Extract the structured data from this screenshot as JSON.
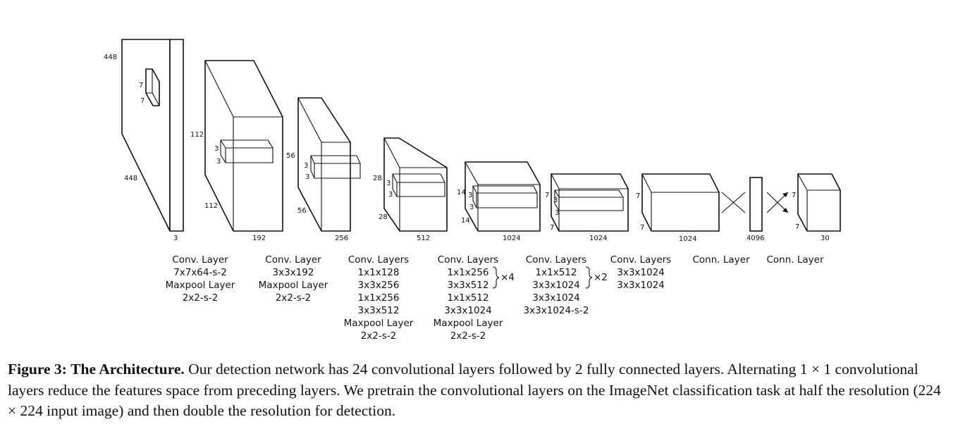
{
  "diagram": {
    "input": {
      "height": "448",
      "width": "448",
      "depth": "3",
      "kernel_h": "7",
      "kernel_w": "7"
    },
    "blocks": [
      {
        "height": "112",
        "width": "112",
        "depth": "192",
        "kernel_h": "3",
        "kernel_w": "3"
      },
      {
        "height": "56",
        "width": "56",
        "depth": "256",
        "kernel_h": "3",
        "kernel_w": "3"
      },
      {
        "height": "28",
        "width": "28",
        "depth": "512",
        "kernel_h": "3",
        "kernel_w": "3"
      },
      {
        "height": "14",
        "width": "14",
        "depth": "1024",
        "kernel_h": "3",
        "kernel_w": "3"
      },
      {
        "height": "7",
        "width": "7",
        "depth": "1024",
        "kernel_h": "3",
        "kernel_w": "3"
      },
      {
        "height": "7",
        "width": "7",
        "depth": "1024"
      }
    ],
    "fc1": {
      "size": "4096"
    },
    "output": {
      "height": "7",
      "width": "7",
      "depth": "30"
    },
    "layer_labels": [
      {
        "lines": [
          "Conv. Layer",
          "7x7x64-s-2",
          "Maxpool Layer",
          "2x2-s-2"
        ]
      },
      {
        "lines": [
          "Conv. Layer",
          "3x3x192",
          "Maxpool Layer",
          "2x2-s-2"
        ]
      },
      {
        "lines": [
          "Conv. Layers",
          "1x1x128",
          "3x3x256",
          "1x1x256",
          "3x3x512",
          "Maxpool Layer",
          "2x2-s-2"
        ]
      },
      {
        "lines": [
          "Conv. Layers",
          "1x1x256",
          "3x3x512",
          "1x1x512",
          "3x3x1024",
          "Maxpool Layer",
          "2x2-s-2"
        ],
        "repeat": "×4"
      },
      {
        "lines": [
          "Conv. Layers",
          "1x1x512",
          "3x3x1024",
          "3x3x1024",
          "3x3x1024-s-2"
        ],
        "repeat": "×2"
      },
      {
        "lines": [
          "Conv. Layers",
          "3x3x1024",
          "3x3x1024"
        ]
      },
      {
        "lines": [
          "Conn. Layer"
        ]
      },
      {
        "lines": [
          "Conn. Layer"
        ]
      }
    ]
  },
  "caption": {
    "label": "Figure 3:",
    "title": "The Architecture.",
    "body": "Our detection network has 24 convolutional layers followed by 2 fully connected layers. Alternating 1 × 1 convolutional layers reduce the features space from preceding layers. We pretrain the convolutional layers on the ImageNet classification task at half the resolution (224 × 224 input image) and then double the resolution for detection."
  }
}
